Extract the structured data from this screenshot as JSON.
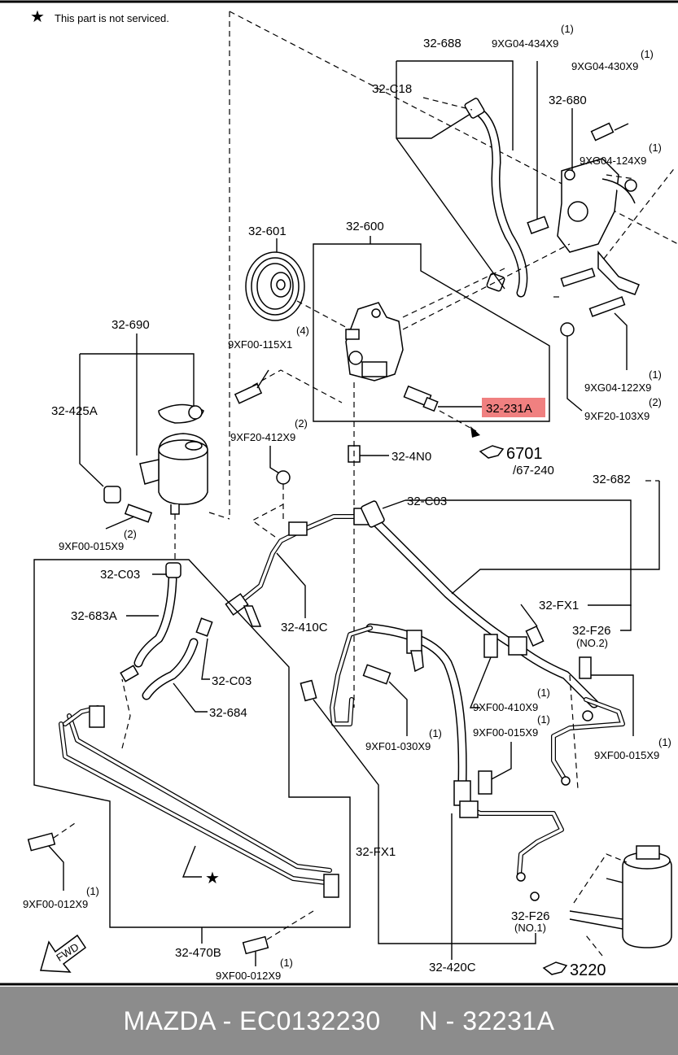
{
  "note": {
    "symbol": "★",
    "text": "This part is not serviced."
  },
  "labels": {
    "p32_688": "32-688",
    "p9xg04_434x9_qty": "(1)",
    "p9xg04_434x9": "9XG04-434X9",
    "p9xg04_430x9_qty": "(1)",
    "p9xg04_430x9": "9XG04-430X9",
    "p32_c18": "32-C18",
    "p32_680": "32-680",
    "p9xg04_124x9_qty": "(1)",
    "p9xg04_124x9": "9XG04-124X9",
    "p32_601": "32-601",
    "p32_600": "32-600",
    "p32_690": "32-690",
    "p9xf00_115x1_qty": "(4)",
    "p9xf00_115x1": "9XF00-115X1",
    "p32_425a": "32-425A",
    "p9xg04_122x9_qty": "(1)",
    "p9xg04_122x9": "9XG04-122X9",
    "p9xf20_103x9_qty": "(2)",
    "p9xf20_103x9": "9XF20-103X9",
    "p32_231a": "32-231A",
    "p9xf20_412x9_qty": "(2)",
    "p9xf20_412x9": "9XF20-412X9",
    "p32_4n0": "32-4N0",
    "ref_6701": "6701",
    "ref_67_240": "/67-240",
    "p32_682": "32-682",
    "p9xf00_015x9_a_qty": "(2)",
    "p9xf00_015x9_a": "9XF00-015X9",
    "p32_c03_a": "32-C03",
    "p32_c03_b": "32-C03",
    "p32_683a": "32-683A",
    "p32_410c": "32-410C",
    "p32_fx1_a": "32-FX1",
    "p32_f26_a": "32-F26",
    "no2": "(NO.2)",
    "p32_c03_c": "32-C03",
    "p32_684": "32-684",
    "p9xf00_410x9_qty": "(1)",
    "p9xf00_410x9": "9XF00-410X9",
    "p9xf00_015x9_b_qty": "(1)",
    "p9xf00_015x9_b": "9XF00-015X9",
    "p9xf01_030x9_qty": "(1)",
    "p9xf01_030x9": "9XF01-030X9",
    "p9xf00_015x9_c_qty": "(1)",
    "p9xf00_015x9_c": "9XF00-015X9",
    "p32_fx1_b": "32-FX1",
    "p9xf00_012x9_a_qty": "(1)",
    "p9xf00_012x9_a": "9XF00-012X9",
    "star": "★",
    "p32_f26_b": "32-F26",
    "no1": "(NO.1)",
    "fwd": "FWD",
    "p32_470b": "32-470B",
    "p9xf00_012x9_b_qty": "(1)",
    "p9xf00_012x9_b": "9XF00-012X9",
    "p32_420c": "32-420C",
    "ref_3220": "3220"
  },
  "highlight_color": "#f08080",
  "footer": {
    "text": "MAZDA - EC0132230     N - 32231A",
    "background": "#8c8c8c"
  }
}
